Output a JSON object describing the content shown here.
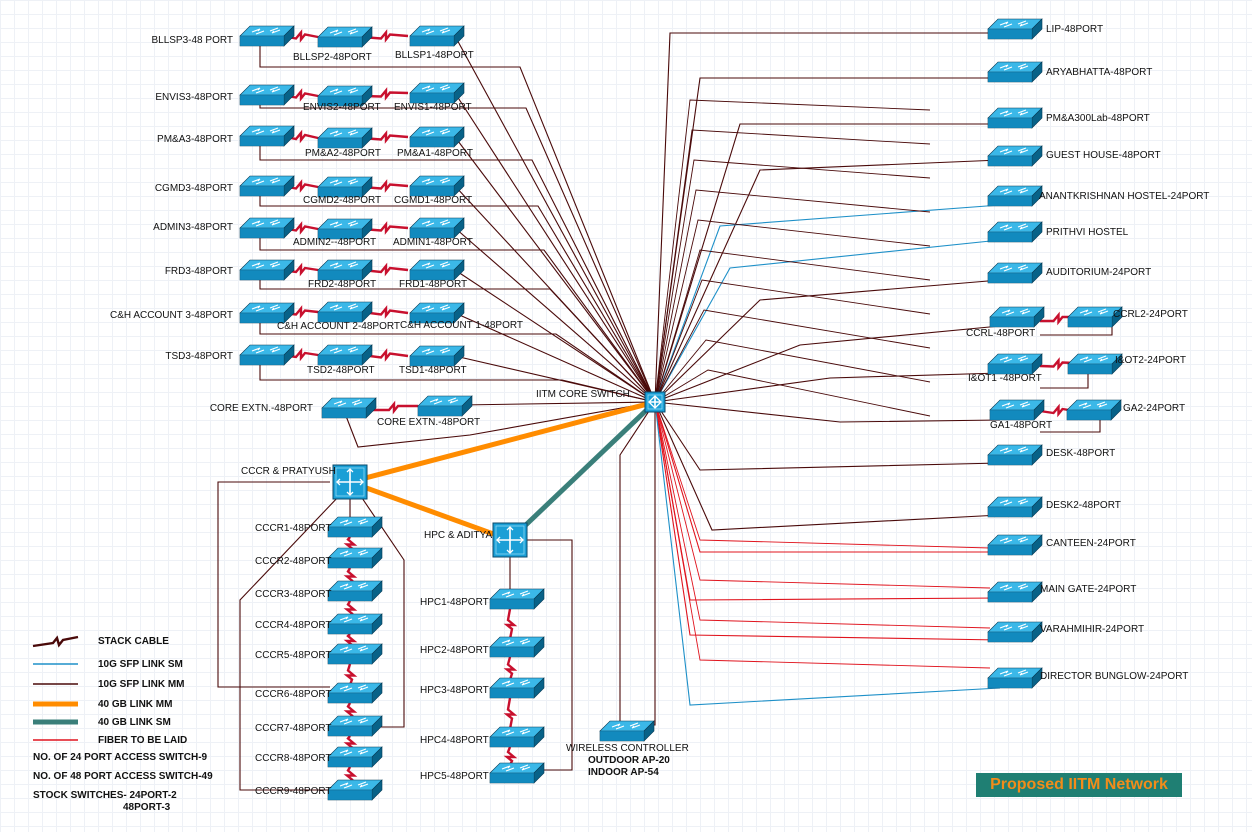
{
  "title_banner": "Proposed IITM Network",
  "core": {
    "label": "IITM CORE SWITCH"
  },
  "left_rows": [
    {
      "main": "BLLSP3-48 PORT",
      "s2": "BLLSP2-48PORT",
      "s1": "BLLSP1-48PORT"
    },
    {
      "main": "ENVIS3-48PORT",
      "s2": "ENVIS2-48PORT",
      "s1": "ENVIS1-48PORT"
    },
    {
      "main": "PM&A3-48PORT",
      "s2": "PM&A2-48PORT",
      "s1": "PM&A1-48PORT"
    },
    {
      "main": "CGMD3-48PORT",
      "s2": "CGMD2-48PORT",
      "s1": "CGMD1-48PORT"
    },
    {
      "main": "ADMIN3-48PORT",
      "s2": "ADMIN2--48PORT",
      "s1": "ADMIN1-48PORT"
    },
    {
      "main": "FRD3-48PORT",
      "s2": "FRD2-48PORT",
      "s1": "FRD1-48PORT"
    },
    {
      "main": "C&H ACCOUNT 3-48PORT",
      "s2": "C&H ACCOUNT 2-48PORT",
      "s1": "C&H ACCOUNT 1-48PORT"
    },
    {
      "main": "TSD3-48PORT",
      "s2": "TSD2-48PORT",
      "s1": "TSD1-48PORT"
    }
  ],
  "core_extn": {
    "main": "CORE EXTN.-48PORT",
    "second": "CORE EXTN.-48PORT"
  },
  "cccr": {
    "label": "CCCR  & PRATYUSH",
    "switches": [
      "CCCR1-48PORT",
      "CCCR2-48PORT",
      "CCCR3-48PORT",
      "CCCR4-48PORT",
      "CCCR5-48PORT",
      "CCCR6-48PORT",
      "CCCR7-48PORT",
      "CCCR8-48PORT",
      "CCCR9-48PORT"
    ]
  },
  "hpc": {
    "label": "HPC & ADITYA",
    "switches": [
      "HPC1-48PORT",
      "HPC2-48PORT",
      "HPC3-48PORT",
      "HPC4-48PORT",
      "HPC5-48PORT"
    ]
  },
  "wireless": {
    "label": "WIRELESS CONTROLLER",
    "outdoor": "OUTDOOR AP-20",
    "indoor": "INDOOR AP-54"
  },
  "right_switches": [
    "LIP-48PORT",
    "ARYABHATTA-48PORT",
    "PM&A300Lab-48PORT",
    "GUEST HOUSE-48PORT",
    "ANANTKRISHNAN HOSTEL-24PORT",
    "PRITHVI HOSTEL",
    "AUDITORIUM-24PORT",
    "CCRL-48PORT",
    "CCRL2-24PORT",
    "I&OT1 -48PORT",
    "I&OT2-24PORT",
    "GA1-48PORT",
    "GA2-24PORT",
    "DESK-48PORT",
    "DESK2-48PORT",
    "CANTEEN-24PORT",
    "MAIN GATE-24PORT",
    "VARAHMIHIR-24PORT",
    "DIRECTOR BUNGLOW-24PORT"
  ],
  "legend": [
    {
      "text": "STACK CABLE",
      "kind": "stack",
      "color": "#c8102e"
    },
    {
      "text": "10G SFP LINK SM",
      "kind": "line",
      "color": "#1e90c8"
    },
    {
      "text": "10G SFP LINK MM",
      "kind": "line",
      "color": "#4a0a0a"
    },
    {
      "text": "40 GB LINK MM",
      "kind": "thick",
      "color": "#ff8c00"
    },
    {
      "text": "40 GB LINK SM",
      "kind": "thick",
      "color": "#3a7f7a"
    },
    {
      "text": "FIBER TO BE LAID",
      "kind": "line",
      "color": "#e0141e"
    }
  ],
  "stats": [
    "NO. OF 24 PORT ACCESS SWITCH-9",
    "NO. OF 48 PORT ACCESS SWITCH-49",
    "STOCK SWITCHES- 24PORT-2",
    "48PORT-3"
  ],
  "colors": {
    "switch": "#1aa0d8",
    "mm": "#4a0a0a",
    "sm": "#1e90c8",
    "fiber": "#e0141e",
    "orange": "#ff8c00",
    "teal": "#3a7f7a",
    "stack": "#c8102e"
  }
}
